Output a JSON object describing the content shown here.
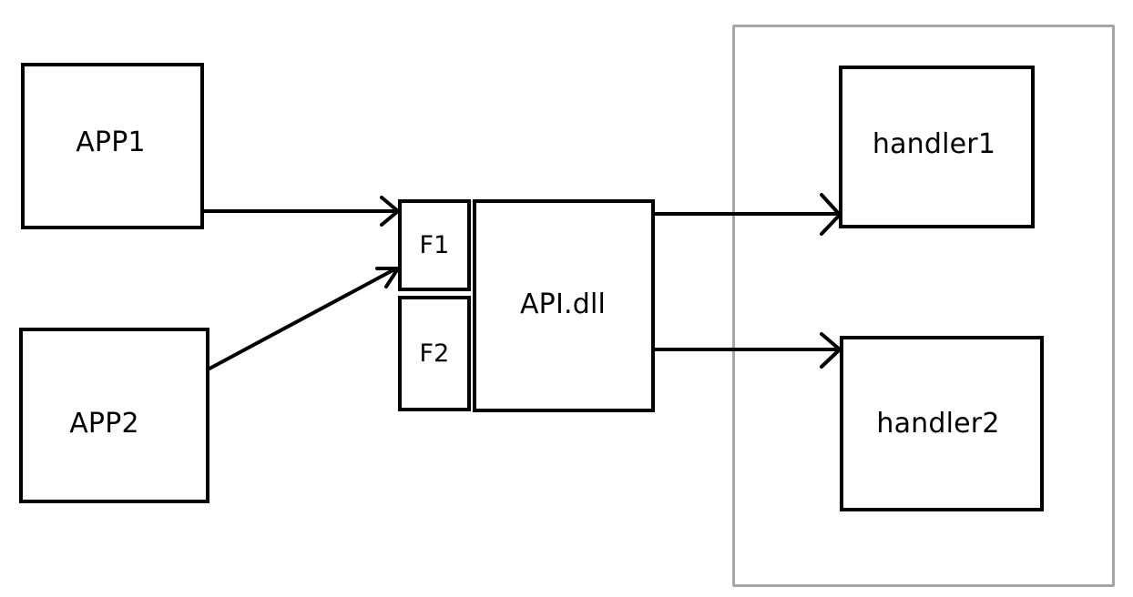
{
  "diagram": {
    "nodes": {
      "app1": "APP1",
      "app2": "APP2",
      "f1": "F1",
      "f2": "F2",
      "api": "API.dll",
      "handler1": "handler1",
      "handler2": "handler2"
    },
    "edges": [
      {
        "from": "APP1",
        "to": "F1"
      },
      {
        "from": "APP2",
        "to": "F1"
      },
      {
        "from": "API.dll",
        "to": "handler1"
      },
      {
        "from": "API.dll",
        "to": "handler2"
      }
    ],
    "colors": {
      "stroke": "#000000",
      "container_border": "#a6a6a6",
      "background": "#ffffff"
    }
  }
}
